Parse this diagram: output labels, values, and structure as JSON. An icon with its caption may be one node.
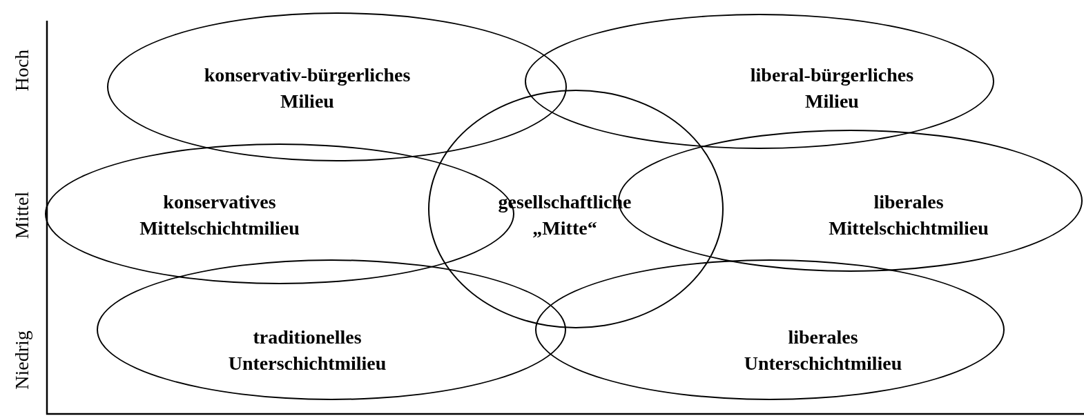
{
  "diagram": {
    "nodes": [
      {
        "text": [
          "konservativ-bürgerliches Milieu"
        ]
      },
      {
        "text": [
          "liberal-bürgerliches Milieu"
        ]
      },
      {
        "text": [
          "gesellschaftliche „Mitte“"
        ]
      },
      {
        "text": [
          "konservatives Mittelschichtmilieu"
        ]
      },
      {
        "text": [
          "liberales Mittelschichtmilieu"
        ]
      },
      {
        "text": [
          "traditionelles Unterschichtmilieu"
        ]
      },
      {
        "text": [
          "liberales Unterschichtmilieu"
        ]
      }
    ],
    "edges": [],
    "labels": [
      "Hoch",
      "Mittel",
      "Niedrig"
    ]
  }
}
